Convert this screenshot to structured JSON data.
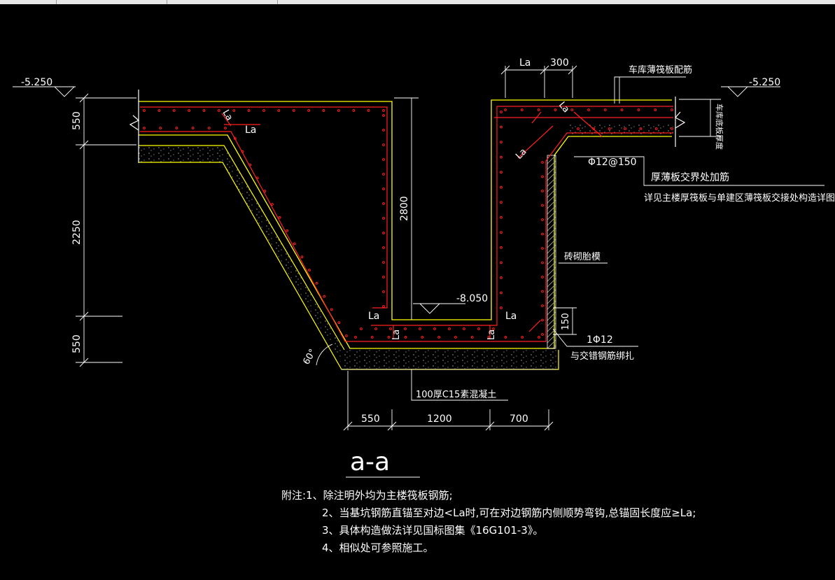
{
  "colors": {
    "background": "#000000",
    "line": "#ffffff",
    "concrete": "#ffff00",
    "rebar": "#ff2020",
    "ground": "#999999"
  },
  "elevations": {
    "left": "-5.250",
    "right": "-5.250",
    "bottom": "-8.050"
  },
  "vertical_dims": [
    "550",
    "2250",
    "550"
  ],
  "dim_2800": "2800",
  "bottom_dims": [
    "550",
    "1200",
    "700"
  ],
  "top_dims": {
    "la": "La",
    "d300": "300"
  },
  "anchor_labels": [
    "La",
    "La",
    "La",
    "La",
    "La",
    "La",
    "La",
    "La"
  ],
  "callouts": {
    "garage_raft_rebar": "车库薄筏板配筋",
    "garage_floor_thickness": "车库底板厚度",
    "rebar_spec": "Φ12@150",
    "thick_thin_rebar": "厚薄板交界处加筋",
    "detail_ref": "详见主楼厚筏板与单建区薄筏板交接处构造详图",
    "brick_mold": "砖砌胎模",
    "dim_150": "150",
    "one_phi12": "1Φ12",
    "tie_note": "与交错钢筋绑扎",
    "cushion": "100厚C15素混凝土",
    "angle": "60°"
  },
  "section_title": "a-a",
  "notes": [
    "附注:1、除注明外均为主楼筏板钢筋;",
    "2、当基坑钢筋直锚至对边<La时,可在对边钢筋内侧顺势弯钩,总锚固长度应≥La;",
    "3、具体构造做法详见国标图集《16G101-3》。",
    "4、相似处可参照施工。"
  ]
}
